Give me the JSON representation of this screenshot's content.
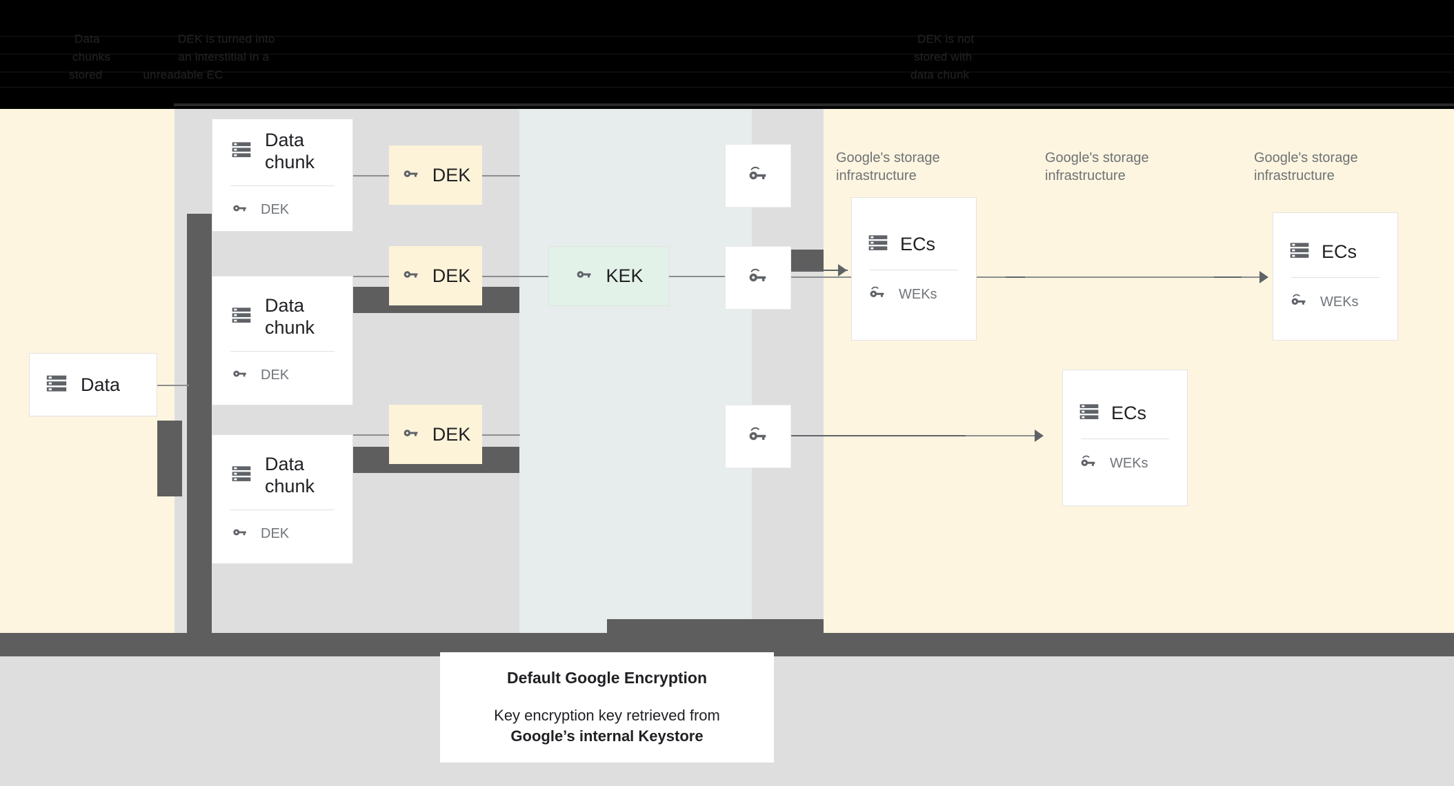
{
  "header": {
    "obscured": true,
    "lines": [
      "Data                       DEK is turned into",
      "chunks                    an interstitial in a",
      "stored            unreadable EC",
      "DEK is not",
      "stored with",
      "data chunk"
    ]
  },
  "diagram": {
    "source": {
      "label": "Data",
      "icon": "storage-stack-icon"
    },
    "chunks": [
      {
        "title": "Data chunk",
        "sub_label": "DEK",
        "icon": "storage-stack-icon",
        "sub_icon": "key-icon"
      },
      {
        "title": "Data chunk",
        "sub_label": "DEK",
        "icon": "storage-stack-icon",
        "sub_icon": "key-icon"
      },
      {
        "title": "Data chunk",
        "sub_label": "DEK",
        "icon": "storage-stack-icon",
        "sub_icon": "key-icon"
      }
    ],
    "dek_boxes": [
      {
        "label": "DEK",
        "icon": "key-icon",
        "color": "#fdf3d8"
      },
      {
        "label": "DEK",
        "icon": "key-icon",
        "color": "#fdf3d8"
      },
      {
        "label": "DEK",
        "icon": "key-icon",
        "color": "#fdf3d8"
      }
    ],
    "kek_box": {
      "label": "KEK",
      "icon": "key-icon",
      "color": "#e2f2e9"
    },
    "wrapped_key_tiles": [
      {
        "icon": "wrapped-key-icon"
      },
      {
        "icon": "wrapped-key-icon"
      },
      {
        "icon": "wrapped-key-icon"
      }
    ],
    "infra_labels": [
      "Google's storage\ninfrastructure",
      "Google's storage\ninfrastructure",
      "Google's storage\ninfrastructure"
    ],
    "ec_cards": [
      {
        "title": "ECs",
        "sub_label": "WEKs",
        "icon": "storage-stack-icon",
        "sub_icon": "wrapped-key-icon"
      },
      {
        "title": "ECs",
        "sub_label": "WEKs",
        "icon": "storage-stack-icon",
        "sub_icon": "wrapped-key-icon"
      },
      {
        "title": "ECs",
        "sub_label": "WEKs",
        "icon": "storage-stack-icon",
        "sub_icon": "wrapped-key-icon"
      }
    ]
  },
  "footer": {
    "title": "Default Google Encryption",
    "body_line1": "Key encryption key retrieved from",
    "body_line2": "Google’s internal Keystore"
  },
  "colors": {
    "cream_bg": "#fdf5e0",
    "gray_panel": "#dedede",
    "bluegray_panel": "#e7ecec",
    "bar_dark": "#5e5e5e",
    "dek_fill": "#fdf3d8",
    "kek_fill": "#e2f2e9",
    "icon_gray": "#5f6368",
    "muted_text": "#70757a"
  }
}
